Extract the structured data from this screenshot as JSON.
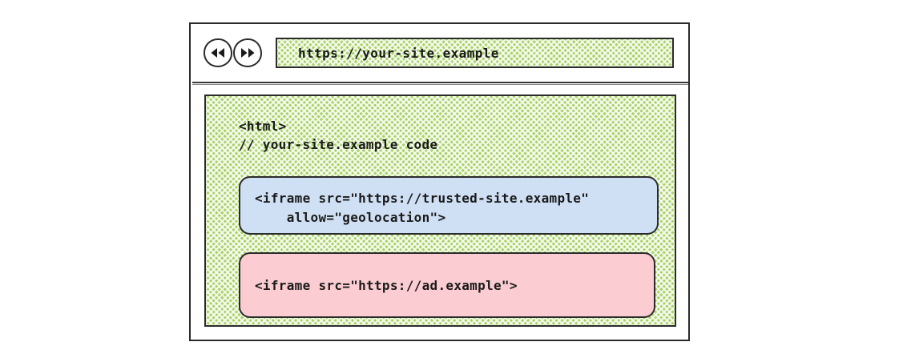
{
  "browser": {
    "toolbar": {
      "back_button_icon": "rewind-icon",
      "forward_button_icon": "fast-forward-icon",
      "url_value": "https://your-site.example",
      "url_placeholder": "https://your-site.example"
    },
    "page": {
      "code_lines": [
        "<html>",
        "// your-site.example code"
      ],
      "iframes": [
        {
          "id": "trusted",
          "color": "#cfe0f4",
          "lines": [
            "<iframe src=\"https://trusted-site.example\"",
            "    allow=\"geolocation\">"
          ]
        },
        {
          "id": "ad",
          "color": "#fbcdd2",
          "lines": [
            "<iframe src=\"https://ad.example\">"
          ]
        }
      ]
    }
  },
  "colors": {
    "page_green": "#a9d468",
    "trusted_blue": "#cfe0f4",
    "ad_pink": "#fbcdd2",
    "ink": "#2b2b2b"
  }
}
